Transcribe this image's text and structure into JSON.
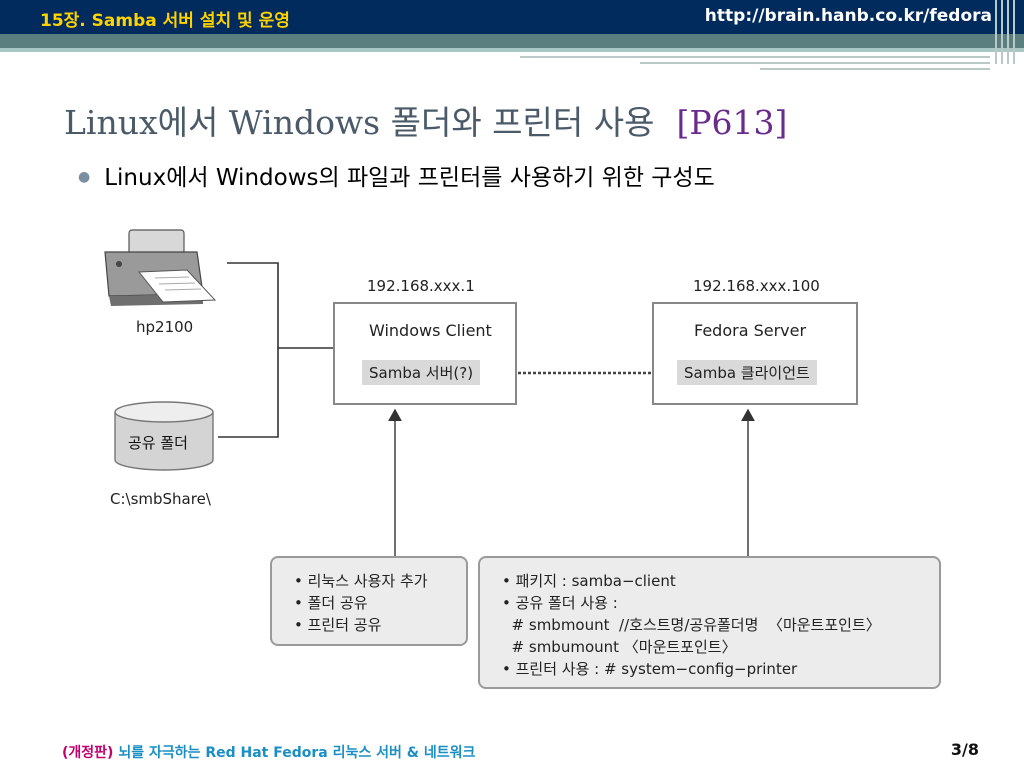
{
  "header": {
    "chapter": "15장. Samba 서버 설치 및 운영",
    "url": "http://brain.hanb.co.kr/fedora"
  },
  "slide": {
    "title": "Linux에서 Windows 폴더와 프린터 사용",
    "page_ref": "[P613]",
    "bullet": "Linux에서 Windows의 파일과 프린터를 사용하기 위한 구성도"
  },
  "diagram": {
    "printer_label": "hp2100",
    "share_label": "공유 폴더",
    "share_path": "C:\\smbShare\\",
    "windows": {
      "ip": "192.168.xxx.1",
      "title": "Windows Client",
      "chip": "Samba 서버(?)"
    },
    "fedora": {
      "ip": "192.168.xxx.100",
      "title": "Fedora Server",
      "chip": "Samba 클라이언트"
    },
    "left_note": [
      "• 리눅스 사용자 추가",
      "• 폴더 공유",
      "• 프린터 공유"
    ],
    "right_note": [
      "• 패키지 : samba−client",
      "• 공유 폴더 사용 :",
      "  # smbmount  //호스트명/공유폴더명  〈마운트포인트〉",
      "  # smbumount 〈마운트포인트〉",
      "• 프린터 사용 : # system−config−printer"
    ]
  },
  "footer": {
    "edition": "(개정판)",
    "book": "뇌를 자극하는 Red Hat Fedora 리눅스 서버 & 네트워크",
    "page": "3/8"
  },
  "colors": {
    "header_bg": "#002b5c",
    "chapter_text": "#ffd200",
    "title_ref": "#6a2c8c",
    "footer_book": "#1a8fc4",
    "footer_edition": "#c0006f"
  }
}
